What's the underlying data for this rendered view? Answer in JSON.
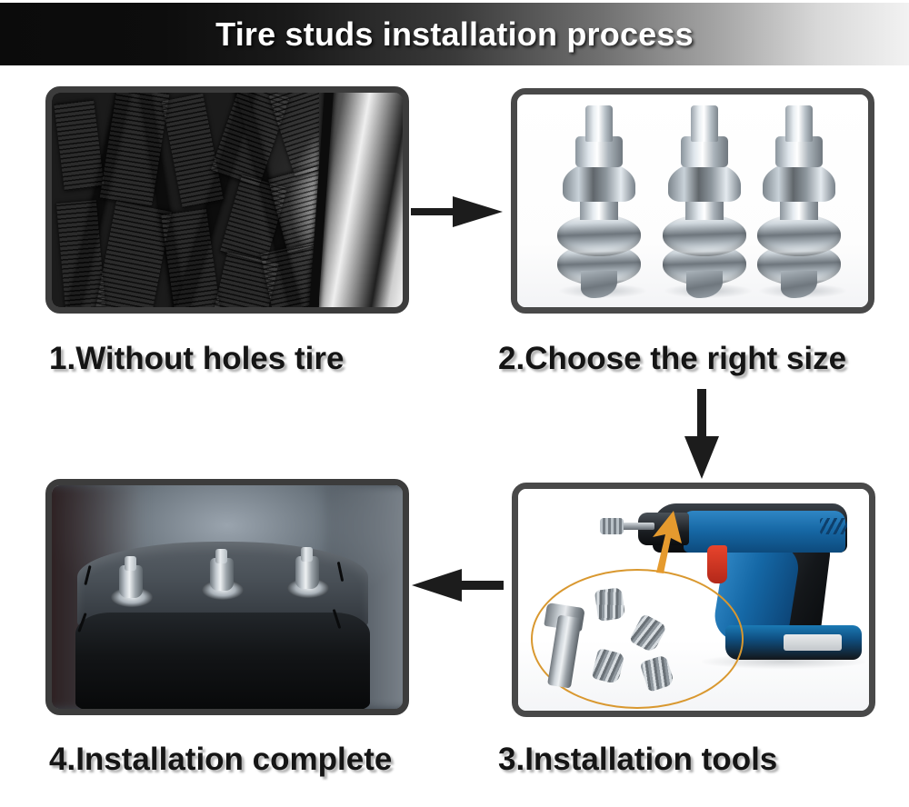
{
  "header": {
    "title": "Tire studs installation process",
    "gradient_from": "#0b0b0b",
    "gradient_to": "#f2f2f2",
    "text_color": "#ffffff"
  },
  "steps": [
    {
      "number": "1",
      "caption": "1.Without holes tire",
      "image_alt": "Close-up grayscale photo of winter tire tread without stud holes",
      "panel_border_color": "#3c3c3c"
    },
    {
      "number": "2",
      "caption": "2.Choose the right size",
      "image_alt": "Three silver screw-in tire studs on white background",
      "panel_border_color": "#494949"
    },
    {
      "number": "3",
      "caption": "3.Installation tools",
      "image_alt": "Blue cordless drill with stud driver bit, and an orange circle highlighting the stud tool with several studs",
      "panel_border_color": "#494949",
      "highlight_color": "#d9982f",
      "drill_colors": {
        "blue": "#1667a4",
        "black": "#14171a",
        "trigger_red": "#d8361f"
      }
    },
    {
      "number": "4",
      "caption": "4.Installation complete",
      "image_alt": "Tire tread close-up with three metal studs installed",
      "panel_border_color": "#3c3c3c"
    }
  ],
  "arrows": [
    {
      "name": "step1-to-step2",
      "direction": "right",
      "color": "#1c1c1c"
    },
    {
      "name": "step2-to-step3",
      "direction": "down",
      "color": "#1c1c1c"
    },
    {
      "name": "step3-to-step4",
      "direction": "left",
      "color": "#1c1c1c"
    },
    {
      "name": "stud-to-drill-bit",
      "direction": "up-right",
      "color": "#e59a2e"
    }
  ]
}
